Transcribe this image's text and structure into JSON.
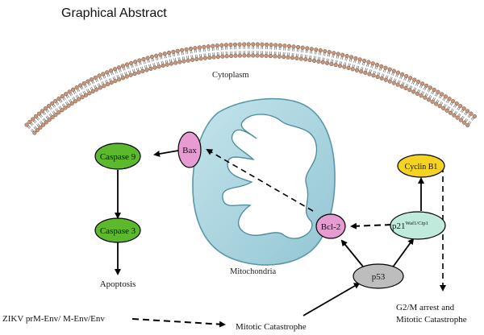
{
  "title": "Graphical Abstract",
  "labels": {
    "cytoplasm": "Cytoplasm",
    "mitochondria": "Mitochondria",
    "apoptosis": "Apoptosis",
    "zikv": "ZIKV prM-Env/ M-Env/Env",
    "mitotic_catastrophe": "Mitotic Catastrophe",
    "g2m_line1": "G2/M arrest and",
    "g2m_line2": "Mitotic Catastrophe"
  },
  "nodes": {
    "bax": {
      "label": "Bax",
      "color": "#e79bd3"
    },
    "caspase9": {
      "label": "Caspase 9",
      "color": "#5cb82c"
    },
    "caspase3": {
      "label": "Caspase 3",
      "color": "#5cb82c"
    },
    "bcl2": {
      "label": "Bcl-2",
      "color": "#e79bd3"
    },
    "p21": {
      "label": "p21",
      "superscript": "Waf1/Cip1",
      "color": "#bfeadc"
    },
    "cyclinb1": {
      "label": "Cyclin B1",
      "color": "#f5d321"
    },
    "p53": {
      "label": "p53",
      "color": "#bdbdbd"
    }
  },
  "colors": {
    "mito_fill": "#a9d4de",
    "mito_stroke": "#5a98a8",
    "membrane_head": "#c8967a"
  }
}
